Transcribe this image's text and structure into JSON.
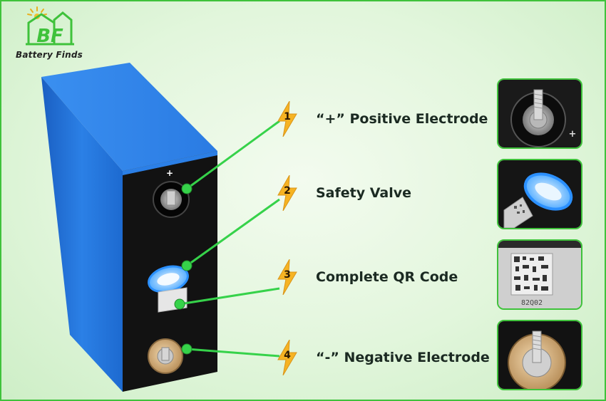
{
  "brand": {
    "name": "Battery Finds",
    "mark": "BF",
    "accent_color": "#3fc23b"
  },
  "battery": {
    "terminal_symbol": "+",
    "body_color": "#1f73d8"
  },
  "callouts": [
    {
      "number": "1",
      "label": "“+”  Positive Electrode"
    },
    {
      "number": "2",
      "label": "Safety Valve"
    },
    {
      "number": "3",
      "label": "Complete QR Code"
    },
    {
      "number": "4",
      "label": "“-”  Negative Electrode"
    }
  ],
  "photos": [
    {
      "icon": "positive-terminal-photo",
      "mark": "+"
    },
    {
      "icon": "safety-valve-photo"
    },
    {
      "icon": "qr-code-photo",
      "code": "82Q02"
    },
    {
      "icon": "negative-terminal-photo"
    }
  ]
}
